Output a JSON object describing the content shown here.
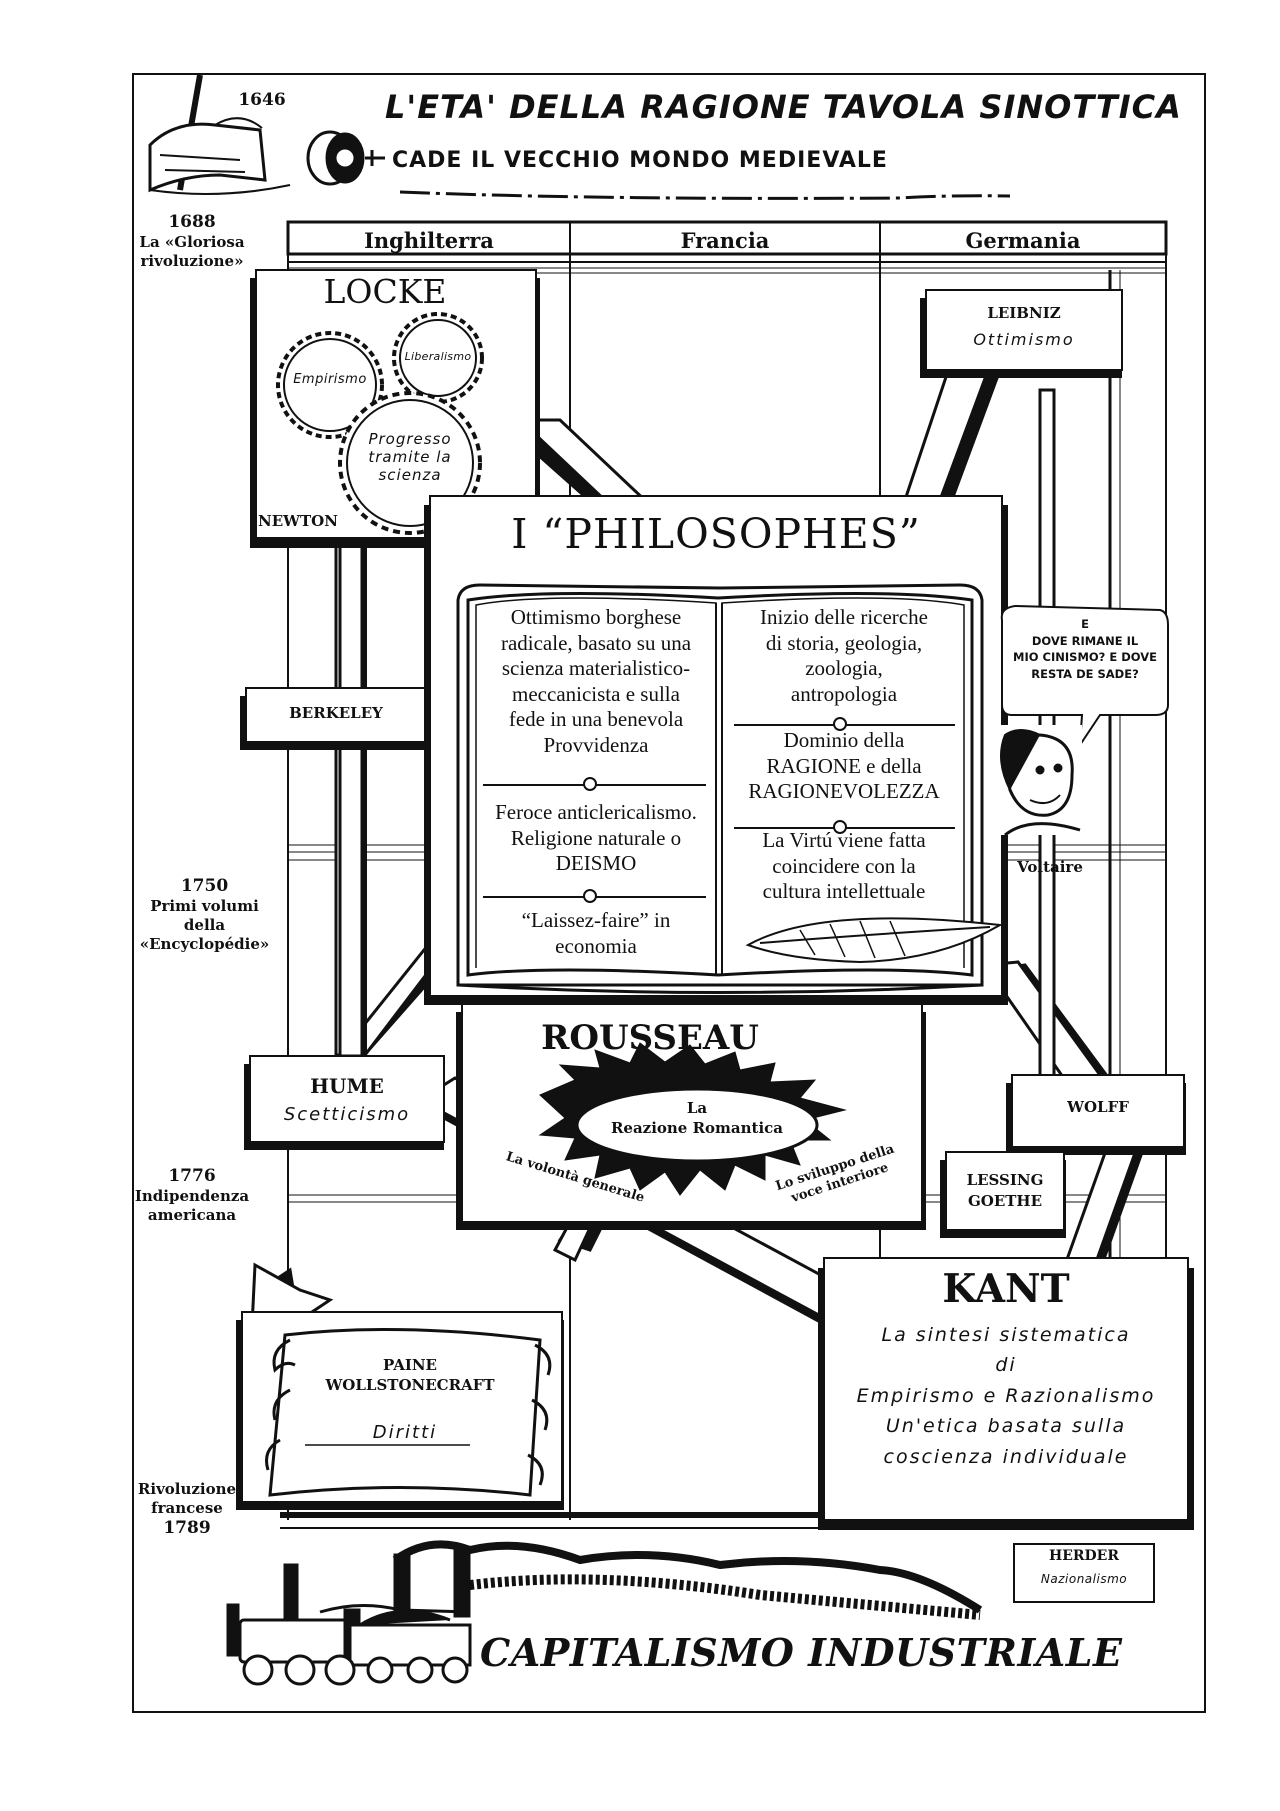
{
  "header": {
    "year_start": "1646",
    "title": "L'ETA' DELLA RAGIONE TAVOLA SINOTTICA",
    "subtitle": "CADE IL VECCHIO MONDO MEDIEVALE"
  },
  "columns": [
    "Inghilterra",
    "Francia",
    "Germania"
  ],
  "timeline": {
    "e1688": {
      "year": "1688",
      "line1": "La «Gloriosa",
      "line2": "rivoluzione»"
    },
    "e1750": {
      "year": "1750",
      "line1": "Primi volumi",
      "line2": "della",
      "line3": "«Encyclopédie»"
    },
    "e1776": {
      "year": "1776",
      "line1": "Indipendenza",
      "line2": "americana"
    },
    "e1789": {
      "line1": "Rivoluzione",
      "line2": "francese",
      "year": "1789"
    }
  },
  "locke": {
    "name": "LOCKE",
    "gear1": "Empirismo",
    "gear2": "Liberalismo",
    "gear3_l1": "Progresso",
    "gear3_l2": "tramite la",
    "gear3_l3": "scienza"
  },
  "newton": "NEWTON",
  "leibniz": {
    "name": "LEIBNIZ",
    "idea": "Ottimismo"
  },
  "philosophes": {
    "title": "I “PHILOSOPHES”",
    "left1": [
      "Ottimismo borghese",
      "radicale, basato su una",
      "scienza materialistico-",
      "meccanicista e sulla",
      "fede in una benevola",
      "Provvidenza"
    ],
    "left2": [
      "Feroce anticlericalismo.",
      "Religione naturale o",
      "DEISMO"
    ],
    "left3": [
      "“Laissez-faire” in",
      "economia"
    ],
    "right1": [
      "Inizio delle ricerche",
      "di storia, geologia,",
      "zoologia,",
      "antropologia"
    ],
    "right2": [
      "Dominio della",
      "RAGIONE e della",
      "RAGIONEVOLEZZA"
    ],
    "right3": [
      "La Virtú viene fatta",
      "coincidere con la",
      "cultura intellettuale"
    ]
  },
  "voltaire": {
    "speech": [
      "E",
      "DOVE RIMANE IL",
      "MIO CINISMO? E DOVE",
      "RESTA DE SADE?"
    ],
    "name": "Voltaire"
  },
  "berkeley": "BERKELEY",
  "rousseau": {
    "name": "ROUSSEAU",
    "center_l1": "La",
    "center_l2": "Reazione Romantica",
    "left_label": "La volontà generale",
    "right_l1": "Lo sviluppo della",
    "right_l2": "voce interiore"
  },
  "hume": {
    "name": "HUME",
    "idea": "Scetticismo"
  },
  "wolff": "WOLFF",
  "lessing": {
    "l1": "LESSING",
    "l2": "GOETHE"
  },
  "kant": {
    "name": "KANT",
    "lines": [
      "La sintesi sistematica",
      "di",
      "Empirismo e Razionalismo",
      "Un'etica basata sulla",
      "coscienza individuale"
    ]
  },
  "paine": {
    "l1": "PAINE",
    "l2": "WOLLSTONECRAFT",
    "idea": "Diritti"
  },
  "herder": {
    "name": "HERDER",
    "idea": "Nazionalismo"
  },
  "footer": "CAPITALISMO INDUSTRIALE"
}
